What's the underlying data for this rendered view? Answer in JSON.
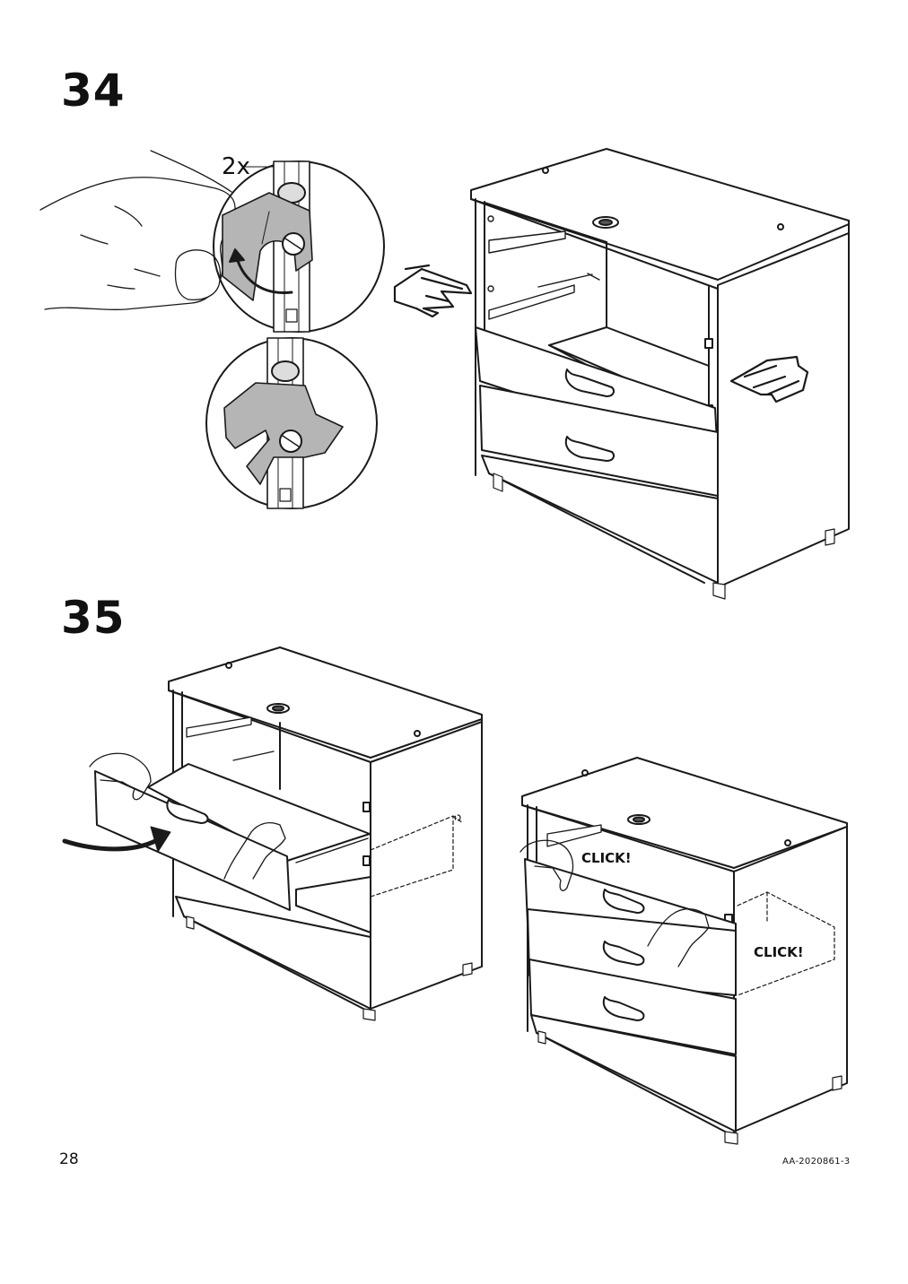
{
  "steps": [
    {
      "number": "34",
      "multiplier": "2x"
    },
    {
      "number": "35",
      "click_labels": [
        "CLICK!",
        "CLICK!"
      ]
    }
  ],
  "footer": {
    "page_number": "28",
    "doc_id": "AA-2020861-3"
  }
}
